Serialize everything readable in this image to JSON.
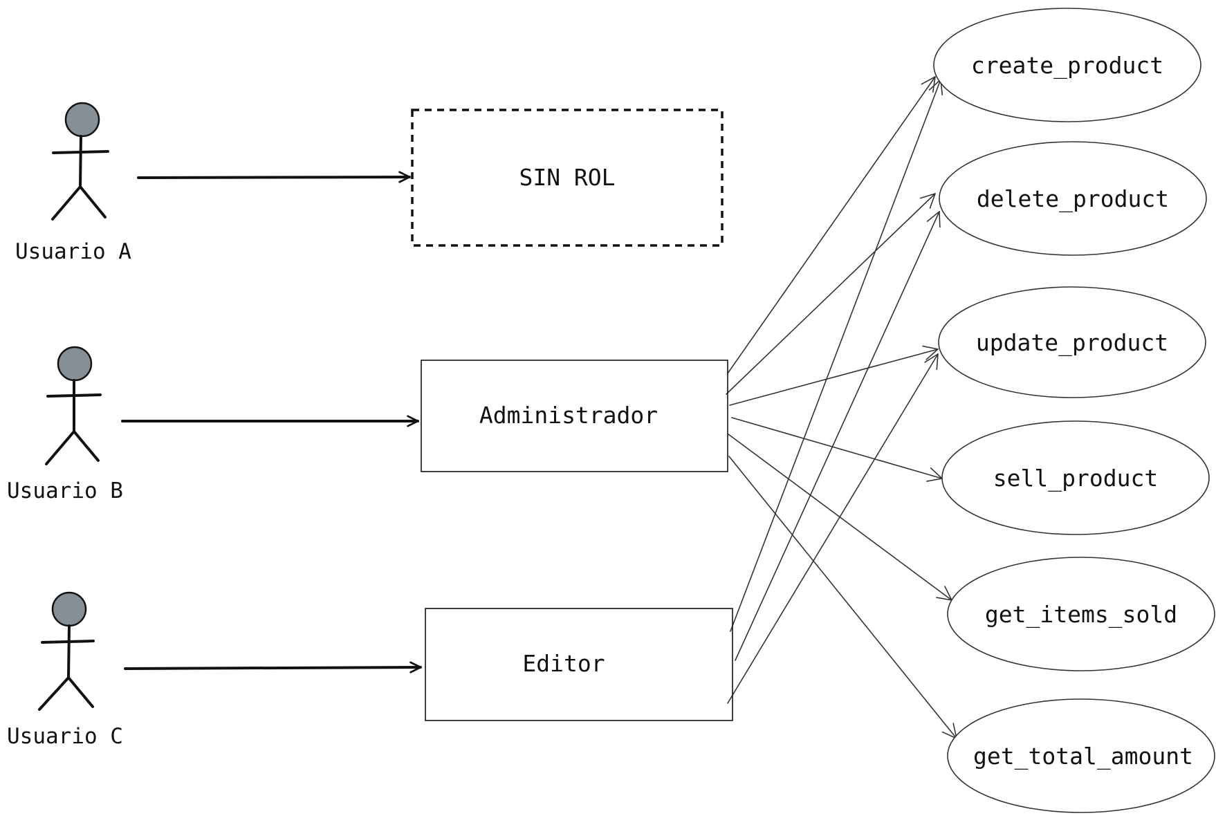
{
  "colors": {
    "ink": "#111111",
    "actor_head_fill": "#868e96",
    "background": "#ffffff"
  },
  "actors": [
    {
      "id": "a",
      "label": "Usuario A",
      "icon": "stick-figure"
    },
    {
      "id": "b",
      "label": "Usuario B",
      "icon": "stick-figure"
    },
    {
      "id": "c",
      "label": "Usuario C",
      "icon": "stick-figure"
    }
  ],
  "roles": [
    {
      "id": "sin_rol",
      "label": "SIN ROL",
      "style": "dashed"
    },
    {
      "id": "admin",
      "label": "Administrador",
      "style": "solid"
    },
    {
      "id": "editor",
      "label": "Editor",
      "style": "solid"
    }
  ],
  "use_cases": [
    {
      "id": "create",
      "label": "create_product"
    },
    {
      "id": "delete",
      "label": "delete_product"
    },
    {
      "id": "update",
      "label": "update_product"
    },
    {
      "id": "sell",
      "label": "sell_product"
    },
    {
      "id": "items",
      "label": "get_items_sold"
    },
    {
      "id": "total",
      "label": "get_total_amount"
    }
  ],
  "assignments": [
    {
      "from": "a",
      "to": "sin_rol"
    },
    {
      "from": "b",
      "to": "admin"
    },
    {
      "from": "c",
      "to": "editor"
    }
  ],
  "permissions": [
    {
      "from": "admin",
      "to": "create"
    },
    {
      "from": "admin",
      "to": "delete"
    },
    {
      "from": "admin",
      "to": "update"
    },
    {
      "from": "admin",
      "to": "sell"
    },
    {
      "from": "admin",
      "to": "items"
    },
    {
      "from": "admin",
      "to": "total"
    },
    {
      "from": "editor",
      "to": "create"
    },
    {
      "from": "editor",
      "to": "delete"
    },
    {
      "from": "editor",
      "to": "update"
    }
  ]
}
